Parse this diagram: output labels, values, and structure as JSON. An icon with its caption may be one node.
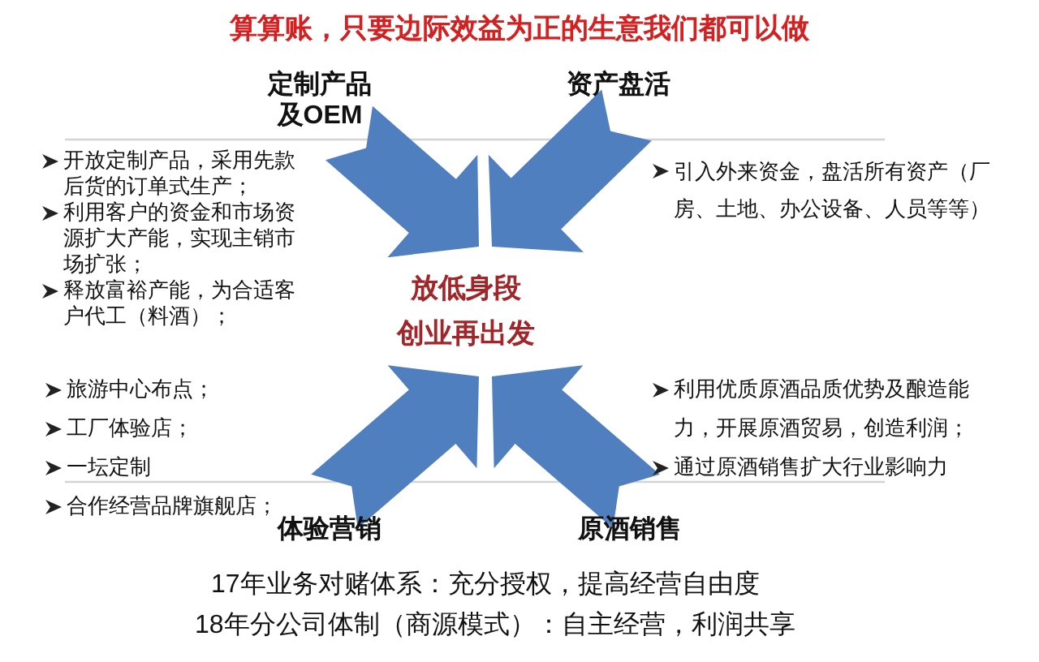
{
  "diagram": {
    "title": "算算账，只要边际效益为正的生意我们都可以做",
    "nodes": [
      {
        "text": [
          "定制产品及OEM"
        ],
        "beside": [
          "开放定制产品，采用先款后货的订单式生产；",
          "利用客户的资金和市场资源扩大产能，实现主销市场扩张；",
          "释放富裕产能，为合适客户代工（料酒）；"
        ]
      },
      {
        "text": [
          "资产盘活"
        ],
        "beside": [
          "引入外来资金，盘活所有资产（厂房、土地、办公设备、人员等等）"
        ]
      },
      {
        "text": [
          "放低身段",
          "创业再出发"
        ]
      },
      {
        "text": [
          "体验营销"
        ],
        "beside": [
          "旅游中心布点；",
          "工厂体验店；",
          "一坛定制",
          "合作经营品牌旗舰店；"
        ]
      },
      {
        "text": [
          "原酒销售"
        ],
        "beside": [
          "利用优质原酒品质优势及酿造能力，开展原酒贸易，创造利润；",
          "通过原酒销售扩大行业影响力"
        ]
      }
    ],
    "edges": [
      {
        "from": 0,
        "to": 2,
        "arrow": "to"
      },
      {
        "from": 1,
        "to": 2,
        "arrow": "to"
      },
      {
        "from": 3,
        "to": 2,
        "arrow": "to"
      },
      {
        "from": 4,
        "to": 2,
        "arrow": "to"
      }
    ],
    "labels": [
      "17年业务对赌体系：充分授权，提高经营自由度",
      "18年分公司体制（商源模式）：自主经营，利润共享"
    ]
  }
}
